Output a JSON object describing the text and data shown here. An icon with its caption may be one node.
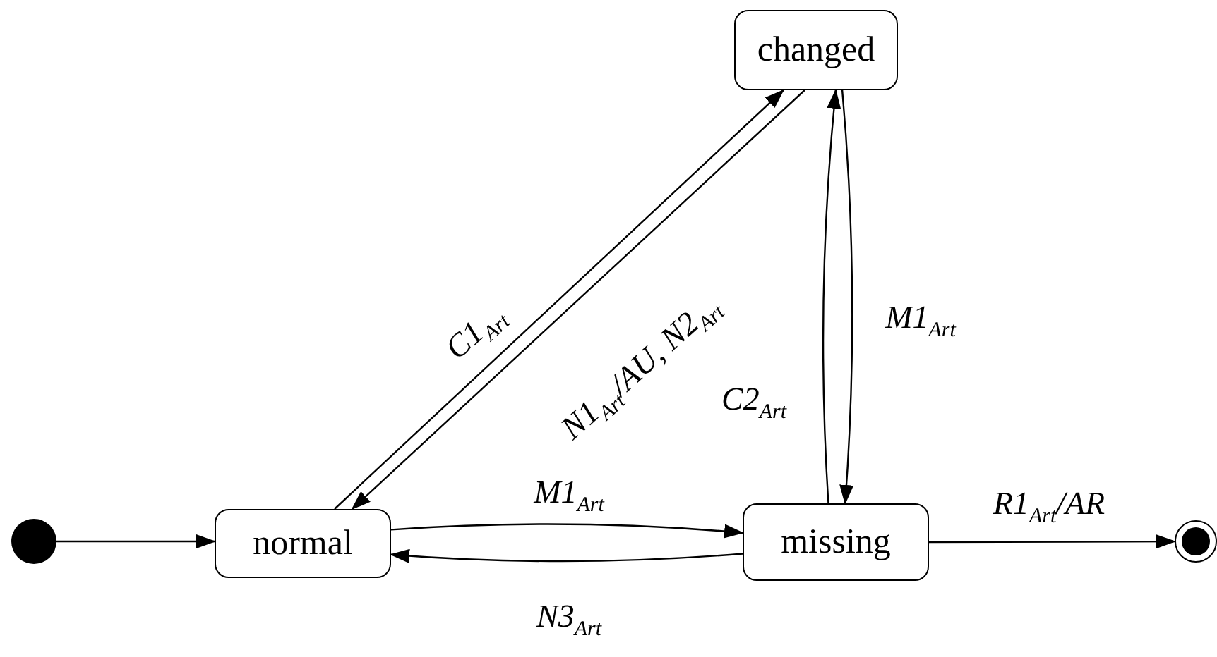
{
  "diagram": {
    "nodes": [
      {
        "text": [],
        "shape": "circle"
      },
      {
        "text": [
          "normal"
        ]
      },
      {
        "text": [
          "missing"
        ]
      },
      {
        "text": [
          "changed"
        ]
      },
      {
        "text": [],
        "shape": "circle"
      }
    ],
    "edges": [
      {
        "from": 0,
        "to": 1,
        "arrow": "to"
      },
      {
        "from": 1,
        "to": 3,
        "arrow": "to",
        "label": "C1$_{Art}$"
      },
      {
        "from": 3,
        "to": 1,
        "arrow": "to",
        "label": "N1$_{Art}$/AU, N2$_{Art}$"
      },
      {
        "from": 1,
        "to": 2,
        "arrow": "to",
        "label": "M1$_{Art}$"
      },
      {
        "from": 2,
        "to": 1,
        "arrow": "to",
        "label": "N3$_{Art}$"
      },
      {
        "from": 2,
        "to": 3,
        "arrow": "to",
        "label": "C2$_{Art}$"
      },
      {
        "from": 3,
        "to": 2,
        "arrow": "to",
        "label": "M1$_{Art}$"
      },
      {
        "from": 2,
        "to": 4,
        "arrow": "to",
        "label": "R1$_{Art}$/AR"
      }
    ]
  }
}
